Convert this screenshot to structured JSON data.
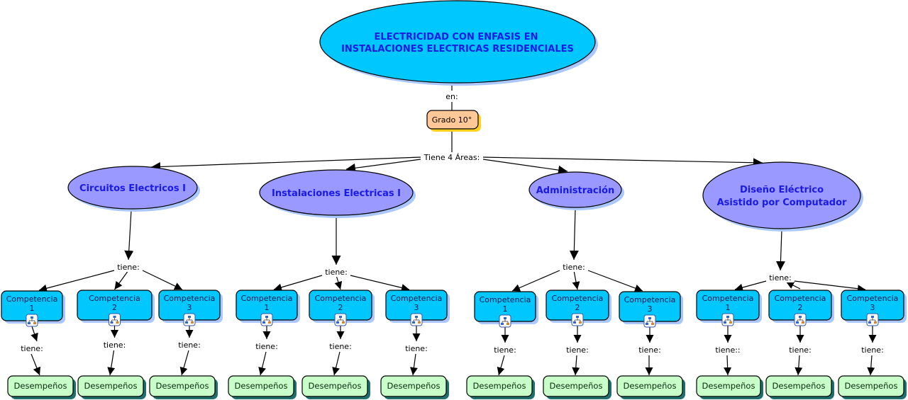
{
  "root": {
    "title_line1": "ELECTRICIDAD  CON ENFASIS EN",
    "title_line2": "INSTALACIONES ELECTRICAS RESIDENCIALES"
  },
  "root_link_label": "en:",
  "grade": {
    "label": "Grado 10°"
  },
  "grade_link_label": "Tiene 4 Áreas:",
  "areas": [
    {
      "name_lines": [
        "Circuitos Electricos I"
      ],
      "link_label": "tiene:",
      "competencias": [
        {
          "line1": "Competencia",
          "line2": "1",
          "link_label": "tiene:",
          "child": "Desempeños",
          "icon": "submap-icon"
        },
        {
          "line1": "Competencia",
          "line2": "2",
          "link_label": "tiene:",
          "child": "Desempeños",
          "icon": "submap-icon"
        },
        {
          "line1": "Competencia",
          "line2": "3",
          "link_label": "tiene:",
          "child": "Desempeños",
          "icon": "submap-icon"
        }
      ]
    },
    {
      "name_lines": [
        "Instalaciones Electricas I"
      ],
      "link_label": "tiene:",
      "competencias": [
        {
          "line1": "Competencia",
          "line2": "1",
          "link_label": "tiene:",
          "child": "Desempeños",
          "icon": "submap-icon"
        },
        {
          "line1": "Competencia",
          "line2": "2",
          "link_label": "tiene:",
          "child": "Desempeños",
          "icon": "submap-icon"
        },
        {
          "line1": "Competencia",
          "line2": "3",
          "link_label": "tiene:",
          "child": "Desempeños",
          "icon": "submap-icon"
        }
      ]
    },
    {
      "name_lines": [
        "Administración"
      ],
      "link_label": "tiene:",
      "competencias": [
        {
          "line1": "Competencia",
          "line2": "1",
          "link_label": "tiene:",
          "child": "Desempeños",
          "icon": "submap-icon"
        },
        {
          "line1": "Competencia",
          "line2": "2",
          "link_label": "tiene:",
          "child": "Desempeños",
          "icon": "submap-icon"
        },
        {
          "line1": "Competencia",
          "line2": "3",
          "link_label": "tiene:",
          "child": "Desempeños",
          "icon": "submap-icon"
        }
      ]
    },
    {
      "name_lines": [
        "Diseño Eléctrico",
        "Asistido por Computador"
      ],
      "link_label": "tiene:",
      "competencias": [
        {
          "line1": "Competencia",
          "line2": "1",
          "link_label": "tiene::",
          "child": "Desempeños",
          "icon": "submap-icon"
        },
        {
          "line1": "Competencia",
          "line2": "2",
          "link_label": "tiene:",
          "child": "Desempeños",
          "icon": "submap-icon"
        },
        {
          "line1": "Competencia",
          "line2": "3",
          "link_label": "tiene:",
          "child": "Desempeños",
          "icon": "submap-icon"
        }
      ]
    }
  ],
  "colors": {
    "root_fill": "#00c8ff",
    "area_fill": "#9999ff",
    "grade_fill": "#ffc896",
    "grade_shadow": "#ffd21e",
    "comp_fill": "#00c8ff",
    "des_fill": "#c8ffc8",
    "des_shadow": "#1e6e6e",
    "node_shadow": "#aac8ff",
    "text_blue": "#1a1ae6"
  }
}
